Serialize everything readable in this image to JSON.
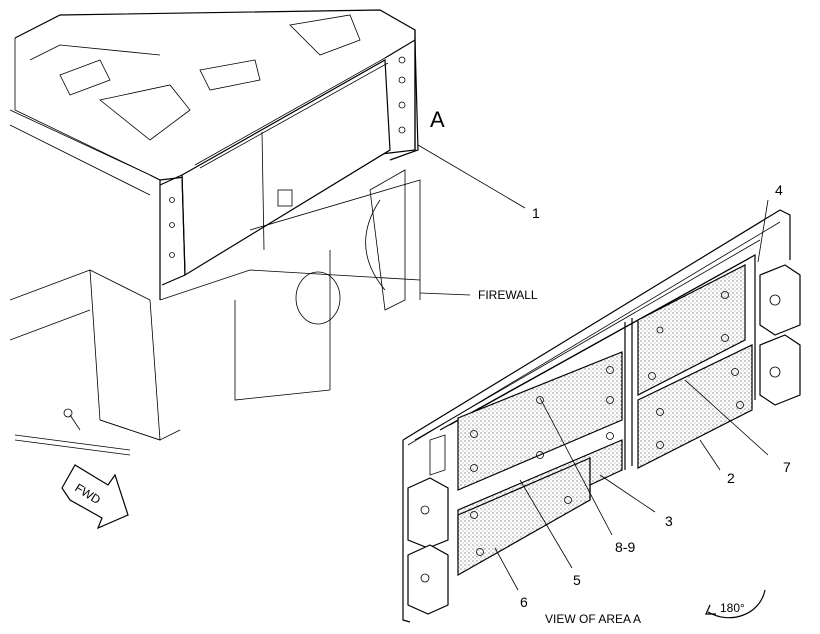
{
  "view_marker": "A",
  "callouts": {
    "c1": "1",
    "c2": "2",
    "c3": "3",
    "c4": "4",
    "c5": "5",
    "c6": "6",
    "c7": "7",
    "c89": "8-9"
  },
  "firewall_label": "FIREWALL",
  "fwd_label": "FWD",
  "view_caption": "VIEW OF AREA  A",
  "rotation_label": "180°"
}
